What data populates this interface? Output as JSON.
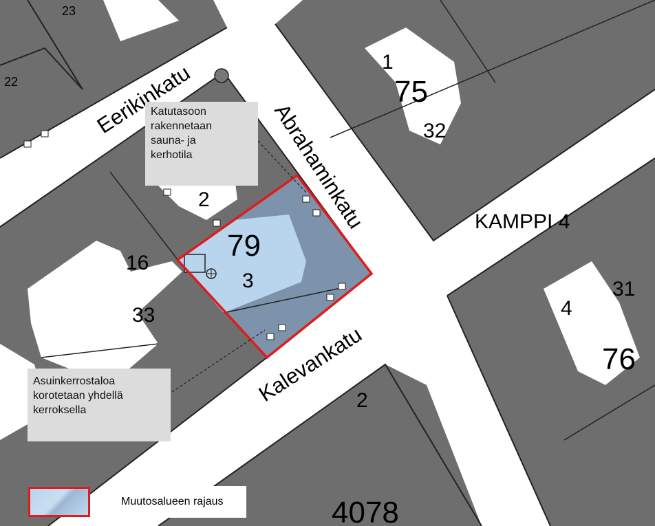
{
  "colors": {
    "block": "#6e6e6e",
    "block_dark": "#5f5f5f",
    "street_line": "#222222",
    "yard": "#ffffff",
    "area_fill": "#b9d5ee",
    "area_fill_dark": "#7d93ab",
    "boundary": "#e01b1b",
    "note_bg": "#dcdcdc"
  },
  "streets": {
    "eerikinkatu": "Eerikinkatu",
    "abrahaminkatu": "Abrahaminkatu",
    "kalevankatu": "Kalevankatu"
  },
  "district": "KAMPPI 4",
  "block_numbers": [
    "79",
    "75",
    "76",
    "4078"
  ],
  "plot_numbers": [
    "23",
    "22",
    "1",
    "32",
    "2",
    "3",
    "16",
    "33",
    "31",
    "4",
    "2"
  ],
  "notes": {
    "top": [
      "Katutasoon",
      "rakennetaan",
      "sauna- ja",
      "kerhotila"
    ],
    "bottom": [
      "Asuinkerrostaloa",
      "korotetaan yhdellä",
      "kerroksella"
    ]
  },
  "legend": {
    "label": "Muutosalueen rajaus"
  }
}
